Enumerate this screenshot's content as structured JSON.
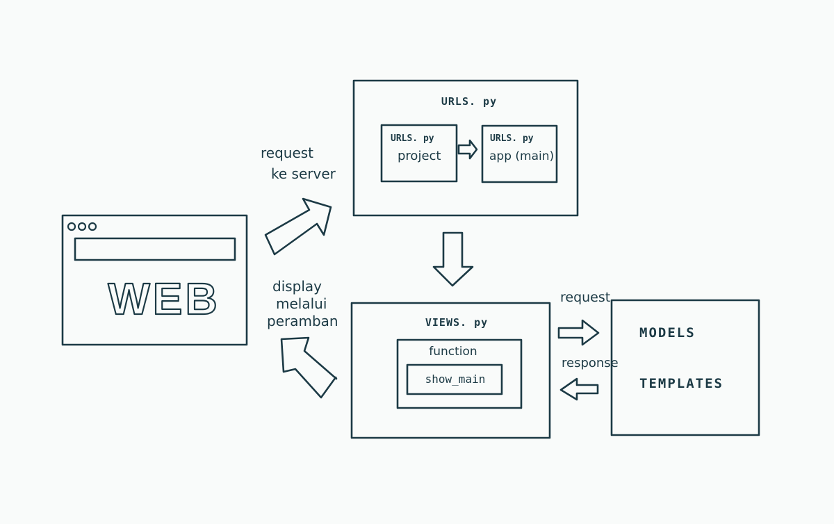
{
  "browser": {
    "label": "WEB"
  },
  "urls_file": {
    "title": "URLS. py",
    "project": {
      "file": "URLS. py",
      "name": "project"
    },
    "app": {
      "file": "URLS. py",
      "name": "app (main)"
    }
  },
  "views_file": {
    "title": "VIEWS. py",
    "function_label": "function",
    "function_name": "show_main"
  },
  "data_layer": {
    "items": [
      "MODELS",
      "TEMPLATES"
    ]
  },
  "edge_labels": {
    "request_server_line1": "request",
    "request_server_line2": "ke server",
    "display_line1": "display",
    "display_line2": "melalui",
    "display_line3": "peramban",
    "request": "request",
    "response": "response"
  },
  "colors": {
    "ink": "#1c3a45",
    "background": "#f9fbfa"
  }
}
